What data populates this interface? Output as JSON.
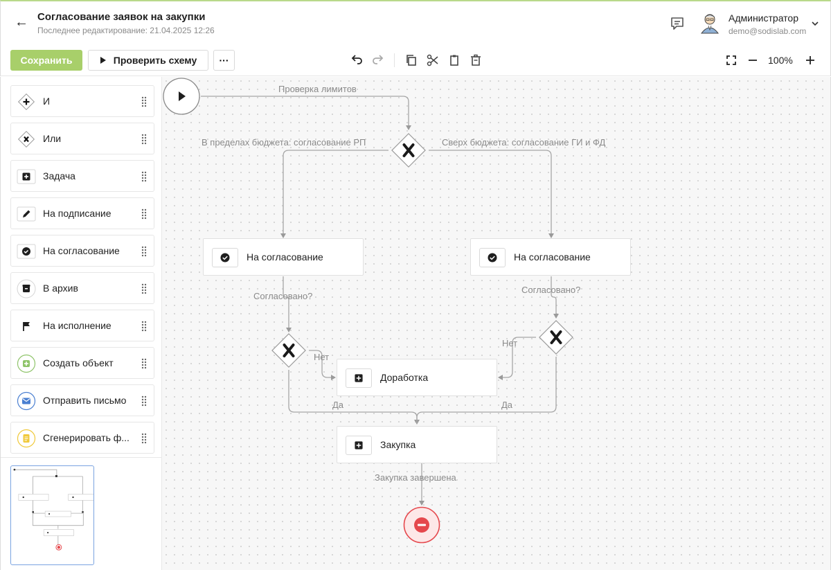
{
  "header": {
    "title": "Согласование заявок на закупки",
    "subtitle": "Последнее редактирование: 21.04.2025 12:26",
    "user_name": "Администратор",
    "user_email": "demo@sodislab.com"
  },
  "toolbar": {
    "save_label": "Сохранить",
    "check_label": "Проверить схему",
    "more_label": "···",
    "zoom_level": "100%"
  },
  "palette": [
    {
      "label": "И",
      "icon": "plus-diamond-icon"
    },
    {
      "label": "Или",
      "icon": "x-diamond-icon"
    },
    {
      "label": "Задача",
      "icon": "plus-square-icon"
    },
    {
      "label": "На подписание",
      "icon": "pencil-icon"
    },
    {
      "label": "На согласование",
      "icon": "check-circle-icon"
    },
    {
      "label": "В архив",
      "icon": "archive-icon"
    },
    {
      "label": "На исполнение",
      "icon": "flag-icon"
    },
    {
      "label": "Создать объект",
      "icon": "plus-circle-green-icon"
    },
    {
      "label": "Отправить письмо",
      "icon": "mail-icon"
    },
    {
      "label": "Сгенерировать ф...",
      "icon": "document-yellow-icon"
    }
  ],
  "diagram": {
    "edge_labels": {
      "check_limits": "Проверка лимитов",
      "within_budget": "В пределах бюджета: согласование РП",
      "over_budget": "Сверх бюджета: согласование ГИ и ФД",
      "approved_left": "Согласовано?",
      "approved_right": "Согласовано?",
      "no_left": "Нет",
      "no_right": "Нет",
      "yes_left": "Да",
      "yes_right": "Да",
      "purchase_done": "Закупка завершена"
    },
    "nodes": {
      "approval_left": "На согласование",
      "approval_right": "На согласование",
      "rework": "Доработка",
      "purchase": "Закупка"
    }
  },
  "colors": {
    "accent": "#a8cf6a",
    "end_event": "#e5484d",
    "edge": "#a6a6a6",
    "minimap_border": "#7aa3e0"
  }
}
